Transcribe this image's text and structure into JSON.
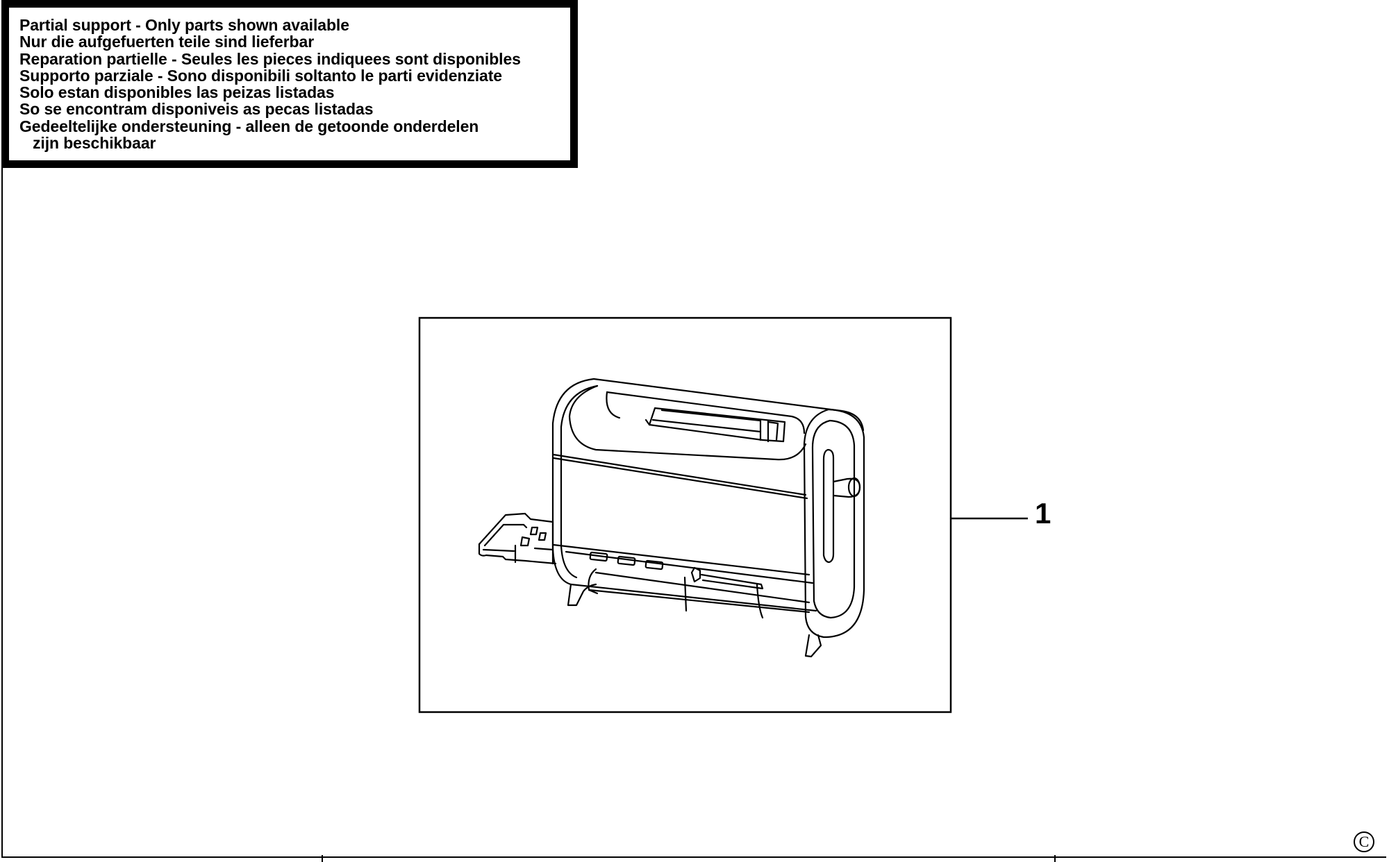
{
  "notice": {
    "lines": [
      "Partial support - Only parts shown available",
      "Nur die aufgefuerten teile sind lieferbar",
      "Reparation partielle - Seules les pieces indiquees sont disponibles",
      "Supporto parziale - Sono disponibili soltanto le parti evidenziate",
      "Solo estan disponibles las peizas listadas",
      "So se encontram disponiveis as pecas listadas",
      "Gedeeltelijke ondersteuning - alleen de getoonde onderdelen",
      "zijn beschikbaar"
    ]
  },
  "diagram": {
    "callout_label": "1",
    "copyright_symbol": "C",
    "part_icon": "toaster-illustration"
  }
}
